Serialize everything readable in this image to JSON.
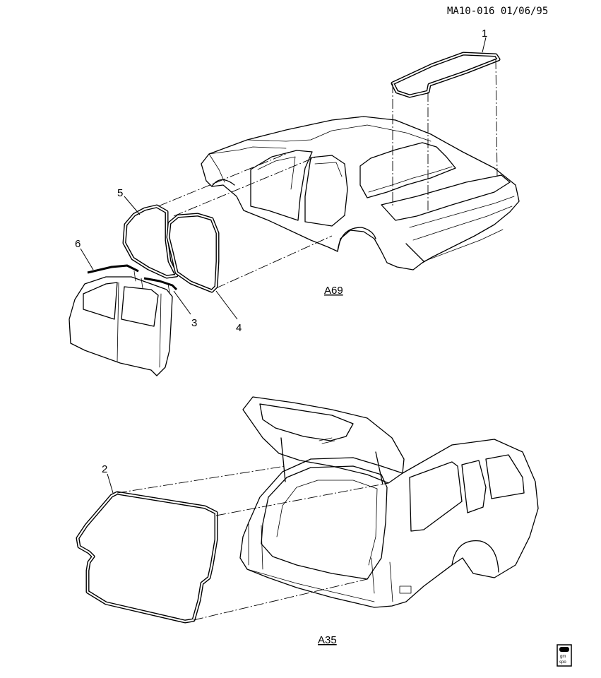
{
  "header": {
    "reference": "MA10-016 01/06/95"
  },
  "views": [
    {
      "label": "A69"
    },
    {
      "label": "A35"
    }
  ],
  "callouts": [
    {
      "number": "1"
    },
    {
      "number": "2"
    },
    {
      "number": "3"
    },
    {
      "number": "4"
    },
    {
      "number": "5"
    },
    {
      "number": "6"
    }
  ],
  "badge": {
    "text": "gm spo",
    "line1": "gm",
    "line2": "spo"
  }
}
